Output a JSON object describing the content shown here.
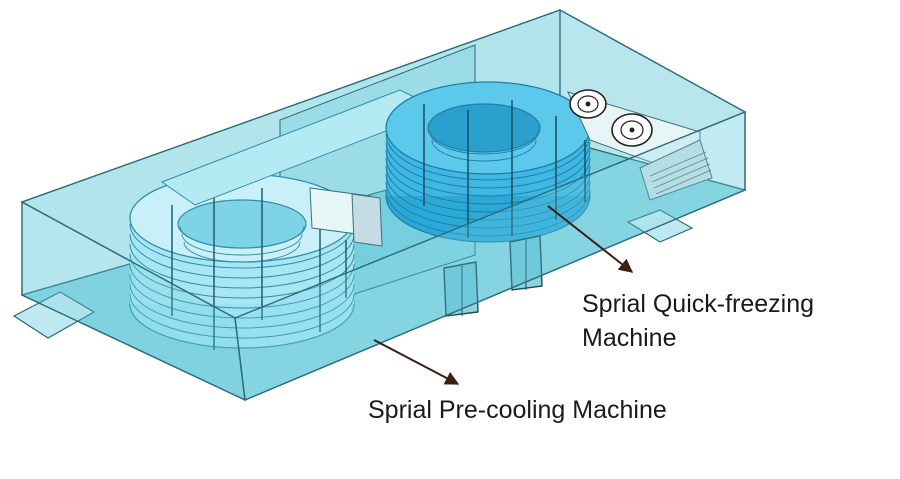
{
  "labels": {
    "quick_freezing_line1": "Sprial Quick-freezing",
    "quick_freezing_line2": "Machine",
    "pre_cooling": "Sprial Pre-cooling Machine"
  },
  "colors": {
    "room_fill": "#7fd0dc",
    "room_stroke": "#2c6d78",
    "spiral_fill": "#9ee3f2",
    "spiral_stroke": "#2f8fa6",
    "spiral_big_fill": "#3fb7e3",
    "arrow": "#3b1e14",
    "label_text": "#1a1a1a"
  },
  "icons": [
    "fan-icon",
    "fan-icon",
    "arrow-icon",
    "arrow-icon"
  ]
}
